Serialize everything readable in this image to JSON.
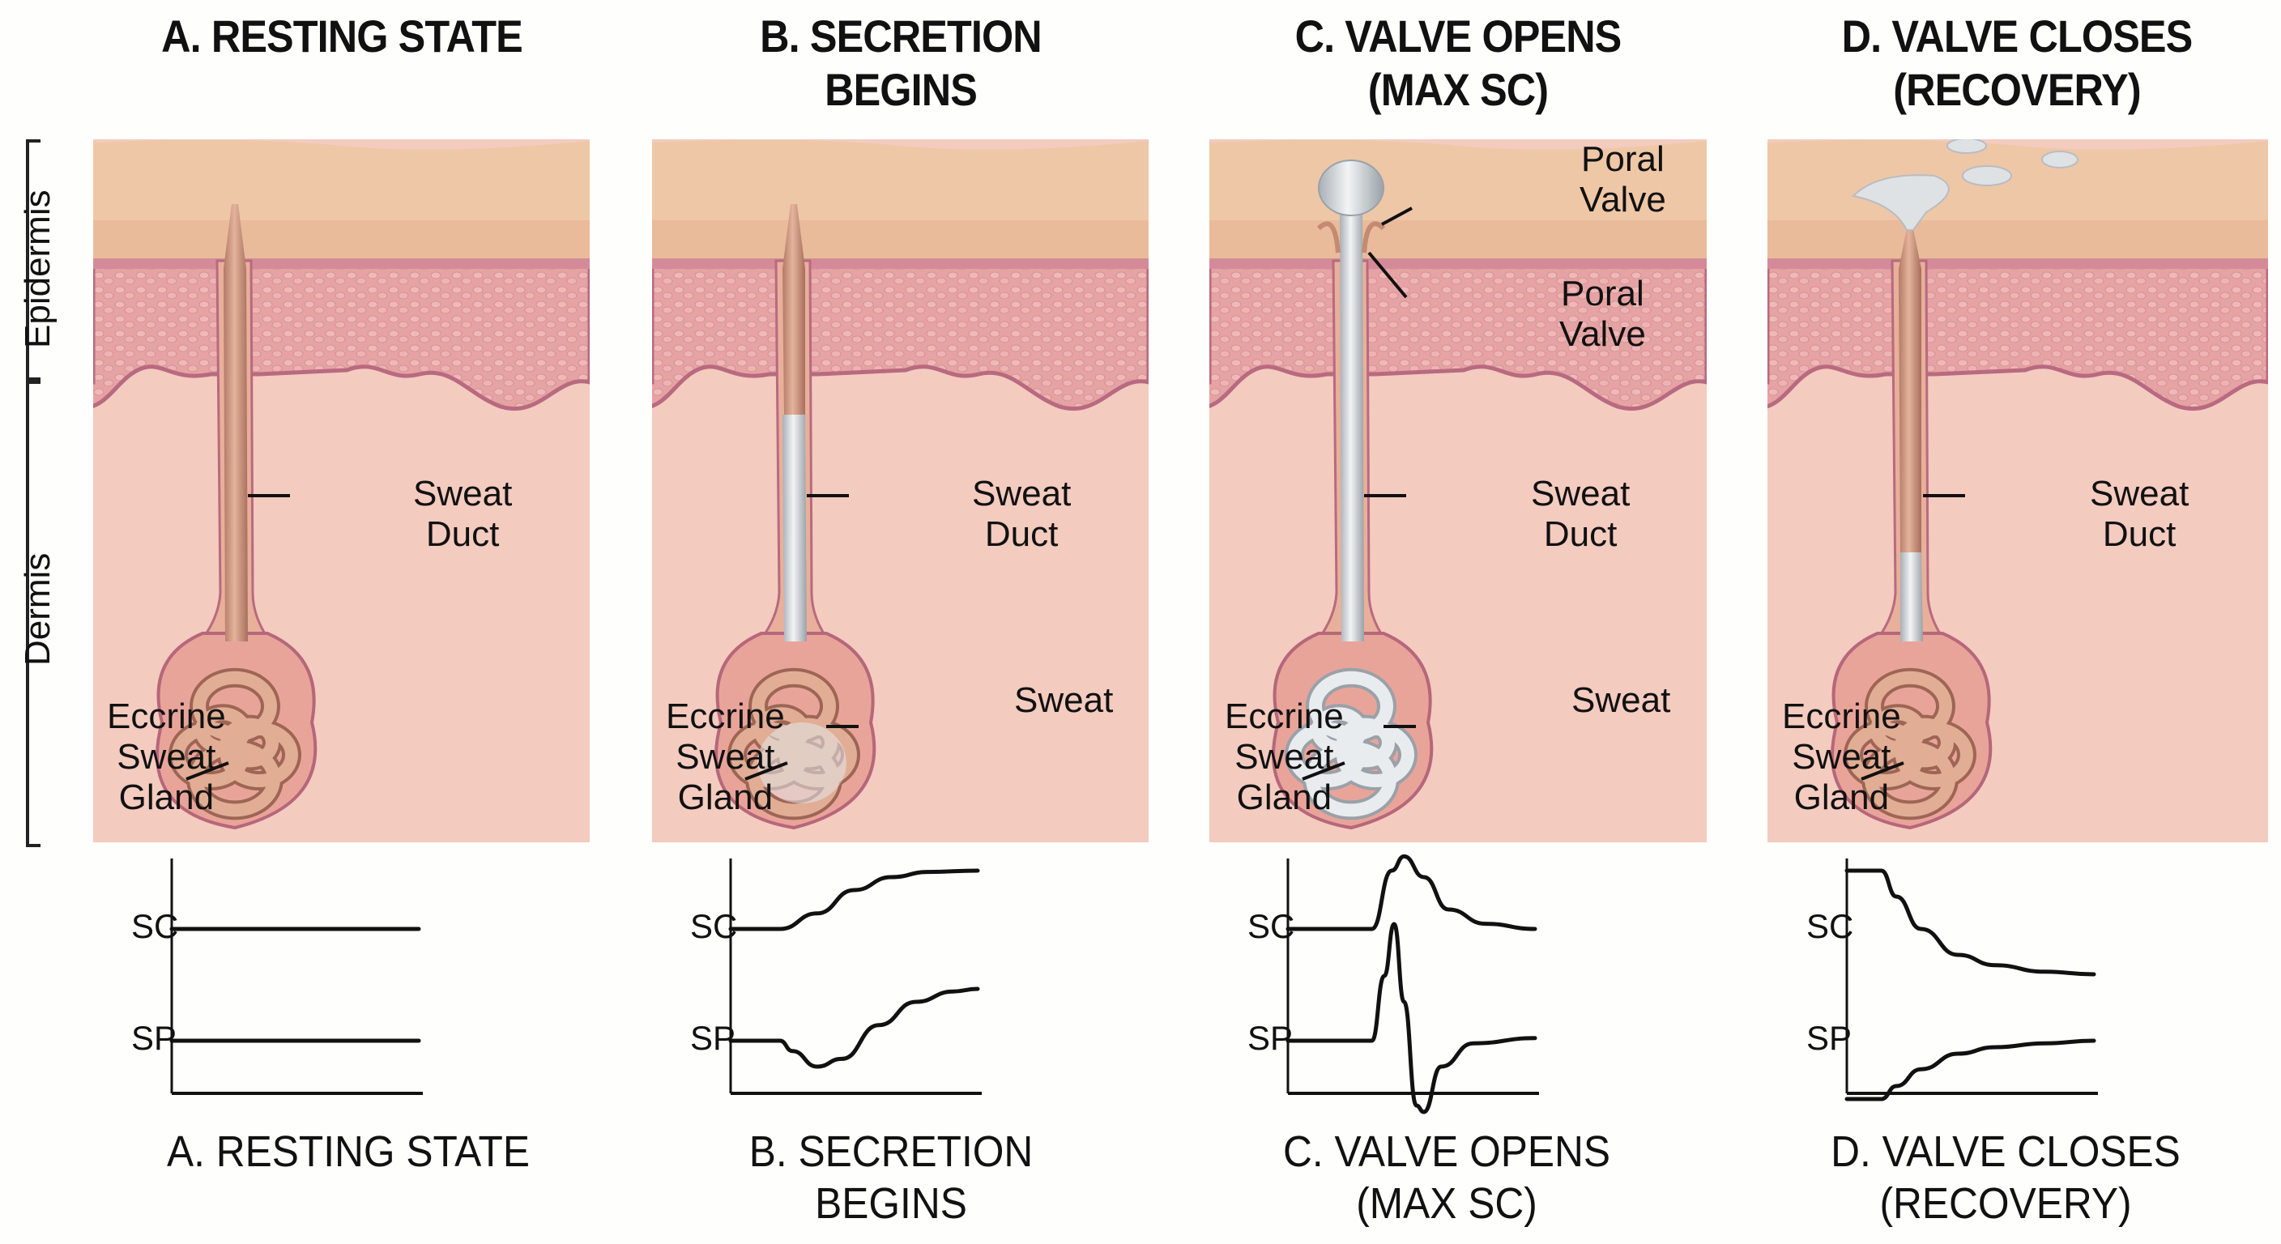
{
  "titles": [
    {
      "line1": "A. RESTING STATE",
      "line2": ""
    },
    {
      "line1": "B. SECRETION",
      "line2": "BEGINS"
    },
    {
      "line1": "C. VALVE OPENS",
      "line2": "(MAX SC)"
    },
    {
      "line1": "D. VALVE CLOSES",
      "line2": "(RECOVERY)"
    }
  ],
  "side_labels": {
    "epidermis": "Epidermis",
    "dermis": "Dermis"
  },
  "labels": {
    "sweat": "Sweat",
    "duct": "Duct",
    "eccrine": "Eccrine",
    "gland": "Gland",
    "poral": "Poral",
    "valve": "Valve"
  },
  "colors": {
    "stratum_corneum": "#eec7a6",
    "epidermis_cells": "#e6a3a3",
    "basal_line": "#b86a80",
    "dermis": "#f4cbbf",
    "duct": "#c98f78",
    "gland_tube": "#dba58a",
    "sweat_fluid": "#d8dcdf"
  },
  "chart_data": {
    "type": "line",
    "axis_labels": [
      "SC",
      "SP"
    ],
    "note": "Schematic traces, arbitrary units; x = time 0..1, y relative to baseline (0) of each trace",
    "panels": [
      {
        "caption_line1": "A. RESTING STATE",
        "caption_line2": "",
        "series": [
          {
            "name": "SC",
            "x": [
              0,
              1
            ],
            "y": [
              0,
              0
            ]
          },
          {
            "name": "SP",
            "x": [
              0,
              1
            ],
            "y": [
              0,
              0
            ]
          }
        ]
      },
      {
        "caption_line1": "B. SECRETION",
        "caption_line2": "BEGINS",
        "series": [
          {
            "name": "SC",
            "x": [
              0,
              0.2,
              0.35,
              0.5,
              0.65,
              0.8,
              1
            ],
            "y": [
              0,
              0,
              0.12,
              0.3,
              0.4,
              0.44,
              0.45
            ]
          },
          {
            "name": "SP",
            "x": [
              0,
              0.2,
              0.25,
              0.35,
              0.45,
              0.6,
              0.75,
              0.9,
              1
            ],
            "y": [
              0,
              0,
              -0.08,
              -0.2,
              -0.14,
              0.12,
              0.3,
              0.38,
              0.4
            ]
          }
        ]
      },
      {
        "caption_line1": "C. VALVE OPENS",
        "caption_line2": "(MAX SC)",
        "series": [
          {
            "name": "SC",
            "x": [
              0,
              0.34,
              0.42,
              0.47,
              0.55,
              0.65,
              0.8,
              1
            ],
            "y": [
              0,
              0,
              0.45,
              0.56,
              0.4,
              0.15,
              0.04,
              0
            ]
          },
          {
            "name": "SP",
            "x": [
              0,
              0.34,
              0.39,
              0.43,
              0.47,
              0.52,
              0.55,
              0.62,
              0.75,
              1
            ],
            "y": [
              0,
              0,
              0.5,
              0.9,
              0.3,
              -0.5,
              -0.55,
              -0.2,
              -0.02,
              0.02
            ]
          }
        ]
      },
      {
        "caption_line1": "D. VALVE CLOSES",
        "caption_line2": "(RECOVERY)",
        "series": [
          {
            "name": "SC",
            "x": [
              0,
              0.14,
              0.2,
              0.3,
              0.45,
              0.6,
              0.8,
              1
            ],
            "y": [
              0.45,
              0.45,
              0.25,
              0.0,
              -0.2,
              -0.28,
              -0.33,
              -0.35
            ]
          },
          {
            "name": "SP",
            "x": [
              0,
              0.14,
              0.2,
              0.3,
              0.45,
              0.6,
              0.8,
              1
            ],
            "y": [
              -0.45,
              -0.45,
              -0.35,
              -0.22,
              -0.1,
              -0.05,
              -0.02,
              0
            ]
          }
        ]
      }
    ]
  }
}
